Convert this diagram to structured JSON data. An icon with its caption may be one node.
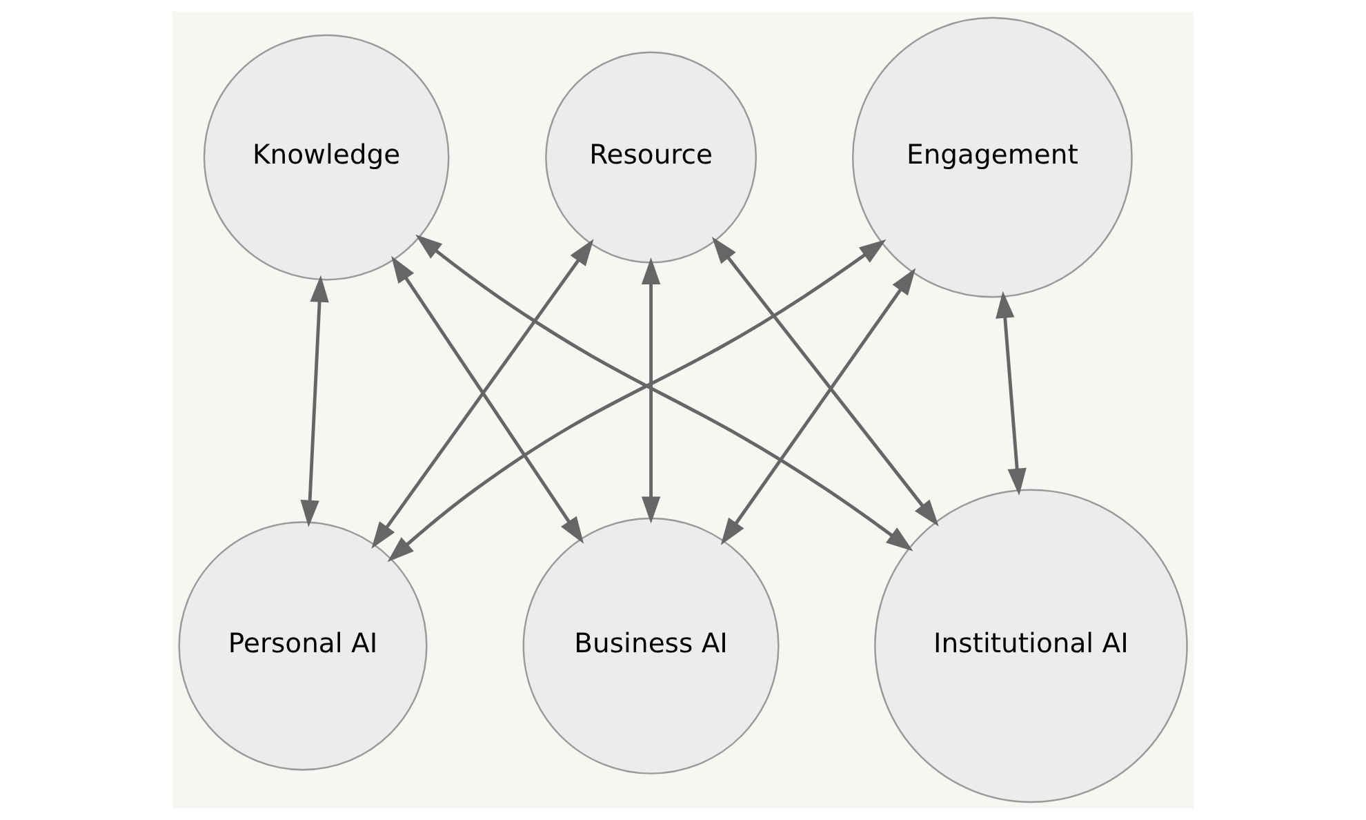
{
  "diagram": {
    "nodes": [
      {
        "text": [
          "Knowledge"
        ]
      },
      {
        "text": [
          "Resource"
        ]
      },
      {
        "text": [
          "Engagement"
        ]
      },
      {
        "text": [
          "Personal AI"
        ]
      },
      {
        "text": [
          "Business AI"
        ]
      },
      {
        "text": [
          "Institutional AI"
        ]
      }
    ],
    "edges": [
      {
        "from": 0,
        "to": 3,
        "arrow": "both"
      },
      {
        "from": 0,
        "to": 4,
        "arrow": "both"
      },
      {
        "from": 0,
        "to": 5,
        "arrow": "both"
      },
      {
        "from": 1,
        "to": 3,
        "arrow": "both"
      },
      {
        "from": 1,
        "to": 4,
        "arrow": "both"
      },
      {
        "from": 1,
        "to": 5,
        "arrow": "both"
      },
      {
        "from": 2,
        "to": 3,
        "arrow": "both"
      },
      {
        "from": 2,
        "to": 4,
        "arrow": "both"
      },
      {
        "from": 2,
        "to": 5,
        "arrow": "both"
      }
    ]
  }
}
